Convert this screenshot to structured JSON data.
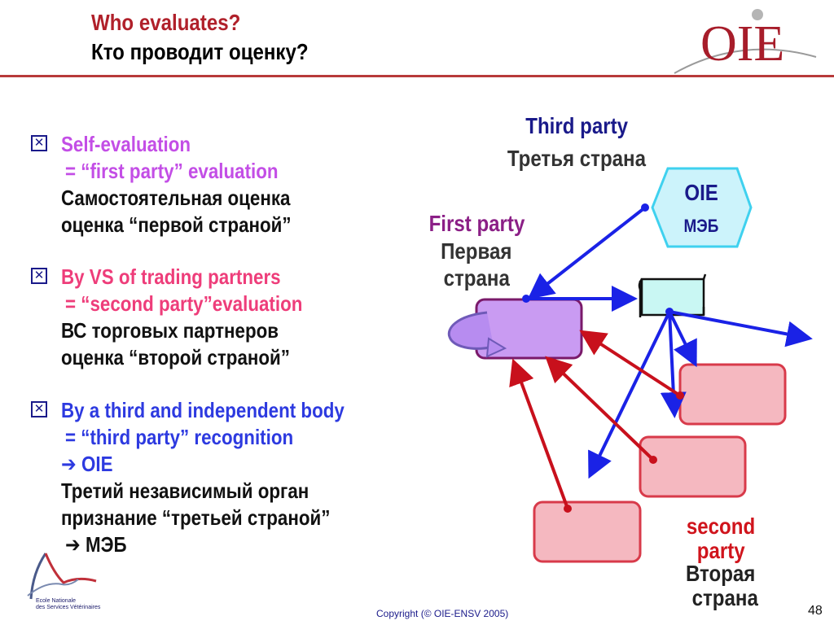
{
  "title": {
    "en": "Who evaluates?",
    "ru": "Кто проводит оценку?"
  },
  "logo": {
    "text": "OIE"
  },
  "bullets": [
    {
      "marker": "checkbox-x-icon",
      "lines": [
        {
          "text": "Self-evaluation",
          "color": "#c34ee6"
        },
        {
          "text": "= “first party” evaluation",
          "color": "#c34ee6"
        },
        {
          "text": "Самостоятельная оценка",
          "color": "#111111"
        },
        {
          "text": "оценка “первой страной”",
          "color": "#111111"
        }
      ]
    },
    {
      "marker": "checkbox-x-icon",
      "lines": [
        {
          "text": "By VS of trading partners",
          "color": "#ee3d7a"
        },
        {
          "text": "= “second party”evaluation",
          "color": "#ee3d7a"
        },
        {
          "text": "ВС торговых партнеров",
          "color": "#111111"
        },
        {
          "text": "оценка “второй страной”",
          "color": "#111111"
        }
      ]
    },
    {
      "marker": "checkbox-x-icon",
      "lines": [
        {
          "text": "By a third and independent body",
          "color": "#2d3ae0"
        },
        {
          "text": "= “third party” recognition",
          "color": "#2d3ae0"
        },
        {
          "text": "OIE",
          "color": "#2d3ae0",
          "arrow": "➔"
        },
        {
          "text": "Третий независимый орган",
          "color": "#111111"
        },
        {
          "text": "признание “третьей страной”",
          "color": "#111111"
        },
        {
          "text": "МЭБ",
          "color": "#111111",
          "arrow": "➔"
        }
      ]
    }
  ],
  "diagram": {
    "third_party_en": "Third party",
    "third_party_ru": "Третья страна",
    "hexagon_line1": "OIE",
    "hexagon_line2": "МЭБ",
    "first_party_en": "First party",
    "first_party_ru_1": "Первая",
    "first_party_ru_2": "страна",
    "second_party_en_1": "second",
    "second_party_en_2": "party",
    "second_party_ru_1": "Вторая",
    "second_party_ru_2": "страна",
    "colors": {
      "third_party_label": "#1a1a8a",
      "first_party_label": "#8b1f86",
      "second_party_label": "#d0141c",
      "blue_arrow": "#1a22e6",
      "red_arrow": "#c8101c",
      "first_party_box": "#c99bf2",
      "second_party_box": "#f5b8c0",
      "hexagon_fill": "#ccf3fb",
      "hexagon_stroke": "#3fd1ef",
      "scroll_fill": "#c9f7f3"
    }
  },
  "school_logo": {
    "line1": "Ecole Nationale",
    "line2": "des Services Vétérinaires"
  },
  "footer": {
    "copyright": "Copyright (© OIE-ENSV 2005)",
    "page": "48"
  }
}
